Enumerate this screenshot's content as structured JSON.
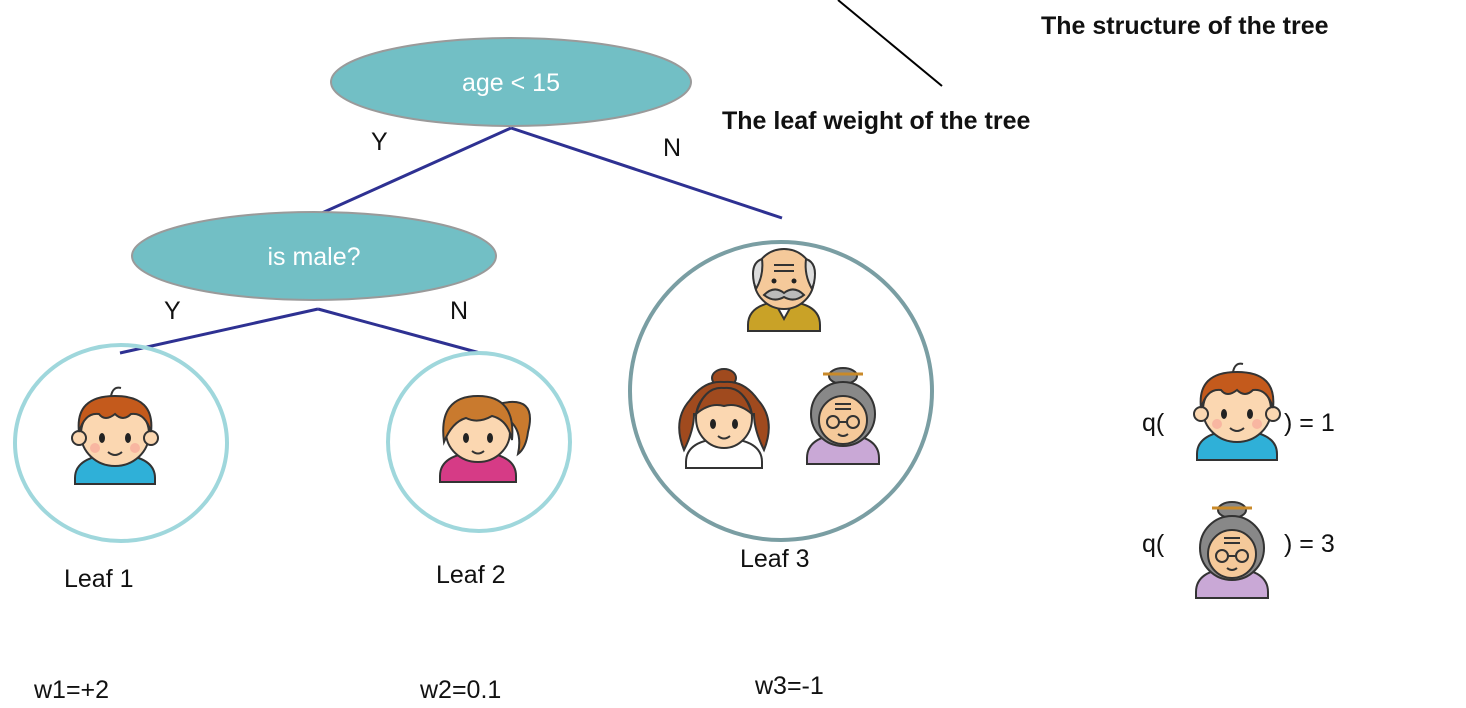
{
  "annotations": {
    "structure": "The structure of the tree",
    "leaf_weight": "The leaf weight of the tree"
  },
  "nodes": {
    "root": "age < 15",
    "child": "is male?"
  },
  "edges": {
    "root_yes": "Y",
    "root_no": "N",
    "child_yes": "Y",
    "child_no": "N"
  },
  "leaves": [
    {
      "label": "Leaf 1",
      "weight": "w1=+2",
      "members": [
        "boy-icon"
      ]
    },
    {
      "label": "Leaf 2",
      "weight": "w2=0.1",
      "members": [
        "girl-icon"
      ]
    },
    {
      "label": "Leaf 3",
      "weight": "w3=-1",
      "members": [
        "grandfather-icon",
        "mother-icon",
        "grandmother-icon"
      ]
    }
  ],
  "examples": [
    {
      "prefix": "q(",
      "suffix": ") = 1",
      "icon": "boy-icon"
    },
    {
      "prefix": "q(",
      "suffix": ") = 3",
      "icon": "grandmother-icon"
    }
  ],
  "colors": {
    "node_fill": "#72bfc5",
    "node_stroke": "#9a9a9a",
    "edge": "#2e3192",
    "leaf_ring_light": "#9fd7dc",
    "leaf_ring_dark": "#7a9ea3"
  }
}
